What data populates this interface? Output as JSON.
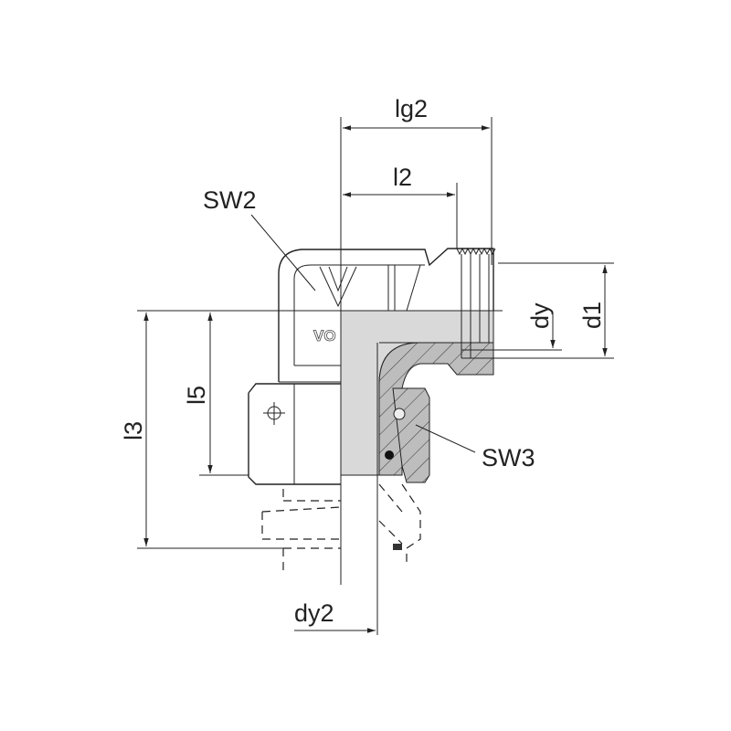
{
  "drawing": {
    "title": "Elbow fitting dimension drawing",
    "logo_text": "VO",
    "labels": {
      "lg2": "lg2",
      "l2": "l2",
      "sw2": "SW2",
      "dy": "dy",
      "d1": "d1",
      "l3": "l3",
      "l5": "l5",
      "sw3": "SW3",
      "dy2": "dy2"
    },
    "colors": {
      "line": "#222222",
      "section_fill": "#d9d9d9",
      "hatch_fill": "#bdbdbd"
    }
  }
}
